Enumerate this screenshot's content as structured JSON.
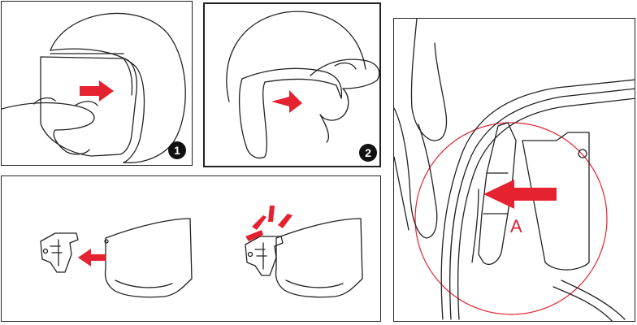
{
  "steps": [
    {
      "number": "1"
    },
    {
      "number": "2"
    }
  ],
  "detail": {
    "callout_label": "A"
  },
  "colors": {
    "arrow": "#e5222f",
    "line": "#222222",
    "callout_circle": "#e5222f"
  },
  "icons": [
    "helmet-icon",
    "hand-icon",
    "arrow-icon",
    "visor-icon",
    "clip-icon",
    "click-burst-icon"
  ]
}
